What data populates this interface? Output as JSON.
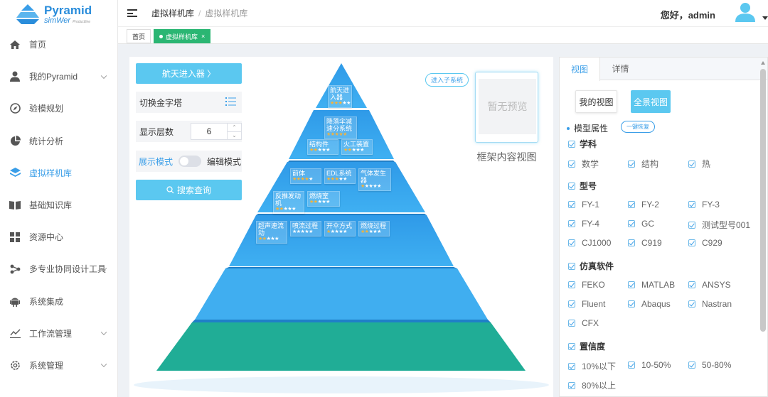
{
  "app": {
    "logo_title": "Pyramid",
    "logo_sub": "simWer",
    "logo_small": "Productline"
  },
  "sidebar": {
    "items": [
      {
        "label": "首页",
        "icon": "home-icon",
        "active": false,
        "expandable": false
      },
      {
        "label": "我的Pyramid",
        "icon": "user-icon",
        "active": false,
        "expandable": true
      },
      {
        "label": "验模规划",
        "icon": "compass-icon",
        "active": false,
        "expandable": false
      },
      {
        "label": "统计分析",
        "icon": "pie-chart-icon",
        "active": false,
        "expandable": false
      },
      {
        "label": "虚拟样机库",
        "icon": "layers-icon",
        "active": true,
        "expandable": false
      },
      {
        "label": "基础知识库",
        "icon": "book-icon",
        "active": false,
        "expandable": false
      },
      {
        "label": "资源中心",
        "icon": "grid-icon",
        "active": false,
        "expandable": false
      },
      {
        "label": "多专业协同设计工具",
        "icon": "share-icon",
        "active": false,
        "expandable": true
      },
      {
        "label": "系统集成",
        "icon": "android-icon",
        "active": false,
        "expandable": false
      },
      {
        "label": "工作流管理",
        "icon": "line-chart-icon",
        "active": false,
        "expandable": true
      },
      {
        "label": "系统管理",
        "icon": "settings-icon",
        "active": false,
        "expandable": true
      }
    ]
  },
  "header": {
    "breadcrumb_1": "虚拟样机库",
    "breadcrumb_sep": "/",
    "breadcrumb_2": "虚拟样机库",
    "greeting": "您好，admin"
  },
  "tags": {
    "home": "首页",
    "current": "虚拟样机库",
    "close": "×"
  },
  "controls": {
    "enter_button": "航天进入器  〉",
    "switch_pyramid": "切换金字塔",
    "display_layers_label": "显示层数",
    "display_layers_value": "6",
    "display_mode": "展示模式",
    "edit_mode": "编辑模式",
    "search_button": "搜索查询"
  },
  "pyramid": {
    "nodes": [
      {
        "name": "航天进入器",
        "rating": 3
      },
      {
        "name": "降落伞减速分系统",
        "rating": 5
      },
      {
        "name": "结构件",
        "rating": 2
      },
      {
        "name": "火工装置",
        "rating": 2
      },
      {
        "name": "前体",
        "rating": 4
      },
      {
        "name": "EDL系统",
        "rating": 3
      },
      {
        "name": "气体发生器",
        "rating": 1
      },
      {
        "name": "反推发动机",
        "rating": 2
      },
      {
        "name": "燃烧室",
        "rating": 2
      },
      {
        "name": "超声速流动",
        "rating": 2
      },
      {
        "name": "喷流过程",
        "rating": 0
      },
      {
        "name": "开伞方式",
        "rating": 1
      },
      {
        "name": "燃烧过程",
        "rating": 2
      }
    ],
    "enter_subsystem": "进入子系统",
    "no_preview": "暂无预览",
    "frame_view_label": "框架内容视图"
  },
  "panel": {
    "tab_view": "视图",
    "tab_detail": "详情",
    "my_view": "我的视图",
    "full_view": "全景视图",
    "model_attr": "模型属性",
    "reset": "一键恢复",
    "groups": [
      {
        "title": "学科",
        "options": [
          "数学",
          "结构",
          "热"
        ]
      },
      {
        "title": "型号",
        "options": [
          "FY-1",
          "FY-2",
          "FY-3",
          "FY-4",
          "GC",
          "测试型号001",
          "CJ1000",
          "C919",
          "C929"
        ]
      },
      {
        "title": "仿真软件",
        "options": [
          "FEKO",
          "MATLAB",
          "ANSYS",
          "Fluent",
          "Abaqus",
          "Nastran",
          "CFX"
        ]
      },
      {
        "title": "置信度",
        "options": [
          "10%以下",
          "10-50%",
          "50-80%",
          "80%以上"
        ]
      }
    ]
  },
  "colors": {
    "accent": "#3a9ee8",
    "button": "#5bc8f0",
    "tag_green": "#2bb673",
    "star": "#f5b33b"
  }
}
